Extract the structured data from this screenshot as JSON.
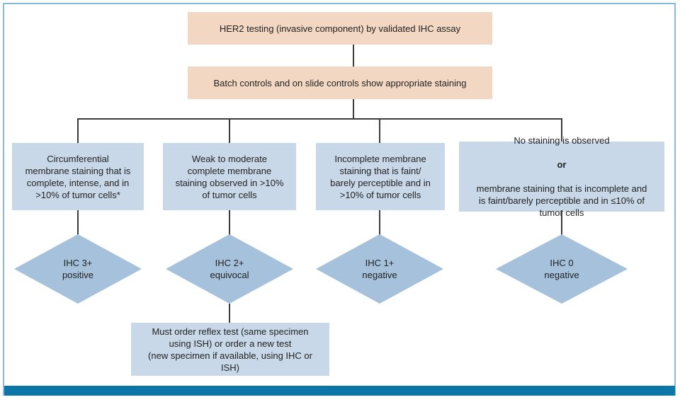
{
  "colors": {
    "peach_box": "#f2d8c3",
    "criteria_box_blue": "#c8d8e8",
    "diamond_blue": "#a6c1dc",
    "bottom_bar_teal": "#0d76a8",
    "frame_border_blue": "#85bcd9",
    "connector_line": "#3c3c3c"
  },
  "flowchart": {
    "header": "HER2 testing (invasive component) by validated IHC assay",
    "controls": "Batch controls and on slide controls show appropriate staining",
    "branches": [
      {
        "criteria": "Circumferential\nmembrane staining that is\ncomplete, intense, and in\n>10% of tumor cells*",
        "result": "IHC 3+\npositive"
      },
      {
        "criteria": "Weak to moderate\ncomplete membrane\nstaining observed in >10%\nof tumor cells",
        "result": "IHC 2+\nequivocal"
      },
      {
        "criteria": "Incomplete membrane\nstaining that is faint/\nbarely perceptible and in\n>10% of tumor cells",
        "result": "IHC 1+\nnegative"
      },
      {
        "criteria_before_or": "No staining is observed",
        "or_word": "or",
        "criteria_after_or": "membrane staining that is incomplete and\nis faint/barely perceptible and in ≤10% of\ntumor cells",
        "result": "IHC 0\nnegative"
      }
    ],
    "reflex_note": "Must order reflex test (same specimen\nusing ISH) or order a new test\n(new specimen if available, using IHC or\nISH)"
  }
}
